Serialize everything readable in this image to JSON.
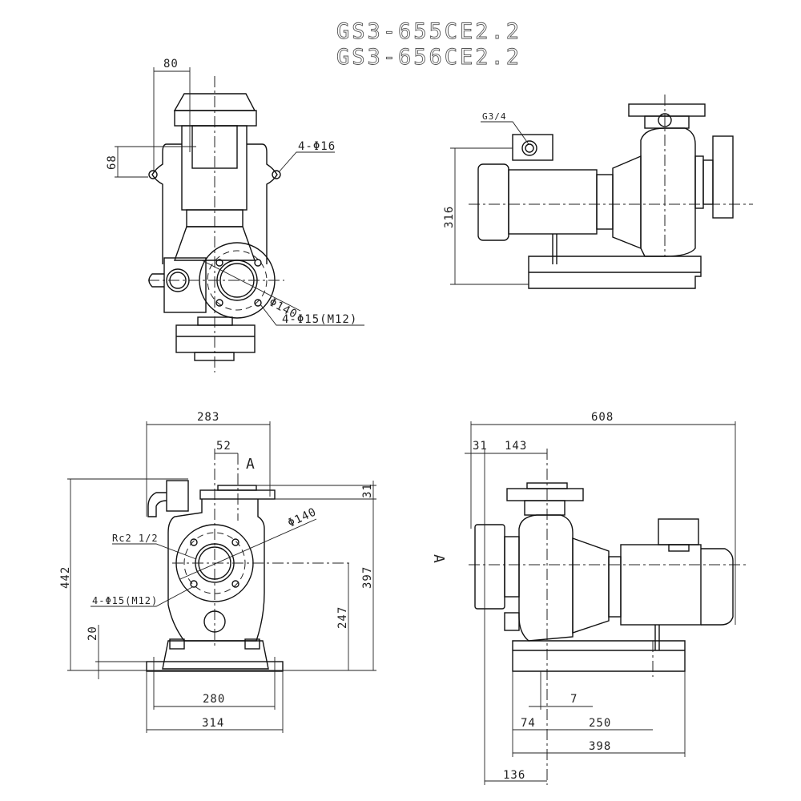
{
  "title": {
    "line1": "GS3-655CE2.2",
    "line2": "GS3-656CE2.2"
  },
  "front_view": {
    "dim_width": "80",
    "dim_height": "68",
    "mount_holes": "4-Φ16",
    "flange_pcd": "Φ140",
    "flange_holes": "4-Φ15(M12)"
  },
  "side_view": {
    "port_label": "G3/4",
    "dim_height": "316"
  },
  "end_view": {
    "dim_top_width": "283",
    "dim_offset": "52",
    "dim_overall_height": "442",
    "dim_flange_thickness": "31",
    "dim_flange_height": "397",
    "dim_center_height": "247",
    "dim_base_thickness": "20",
    "dim_bolt_span": "280",
    "dim_base_width": "314",
    "port_label": "Rc2 1/2",
    "flange_pcd": "Φ140",
    "flange_holes": "4-Φ15(M12)",
    "section_mark": "A"
  },
  "elevation_view": {
    "dim_overall_length": "608",
    "dim_flange_thickness": "31",
    "dim_flange_offset": "143",
    "dim_small_offset": "7",
    "dim_base_left": "74",
    "dim_bolt_span": "250",
    "dim_base_length": "398",
    "dim_flange_to_center": "136",
    "section_mark": "A"
  }
}
